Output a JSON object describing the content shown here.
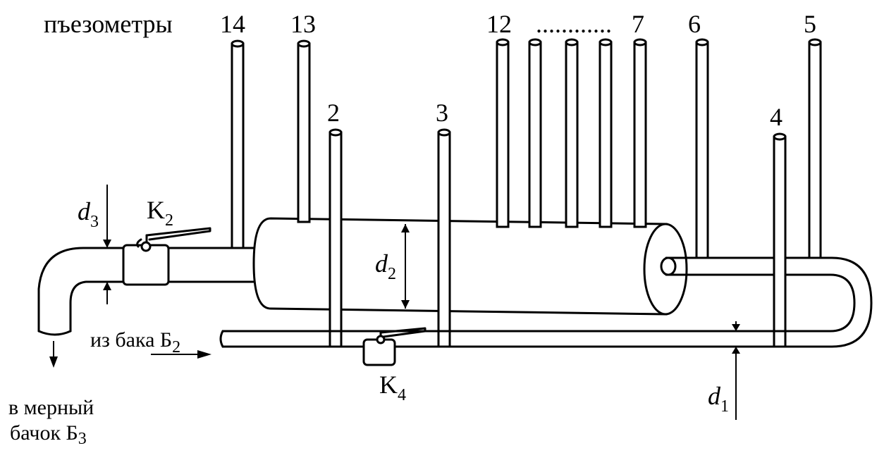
{
  "labels": {
    "piezometers": "пъезометры",
    "n14": "14",
    "n13": "13",
    "n12": "12",
    "dots": "............",
    "n7": "7",
    "n6": "6",
    "n5": "5",
    "n2": "2",
    "n3": "3",
    "n4": "4",
    "d3": "d",
    "d3_sub": "3",
    "k2": "K",
    "k2_sub": "2",
    "d2": "d",
    "d2_sub": "2",
    "from_tank": "из бака Б",
    "from_tank_sub": "2",
    "k4": "K",
    "k4_sub": "4",
    "d1": "d",
    "d1_sub": "1",
    "to_tank_line1": "в мерный",
    "to_tank_line2": "бачок Б",
    "to_tank_sub": "3"
  }
}
